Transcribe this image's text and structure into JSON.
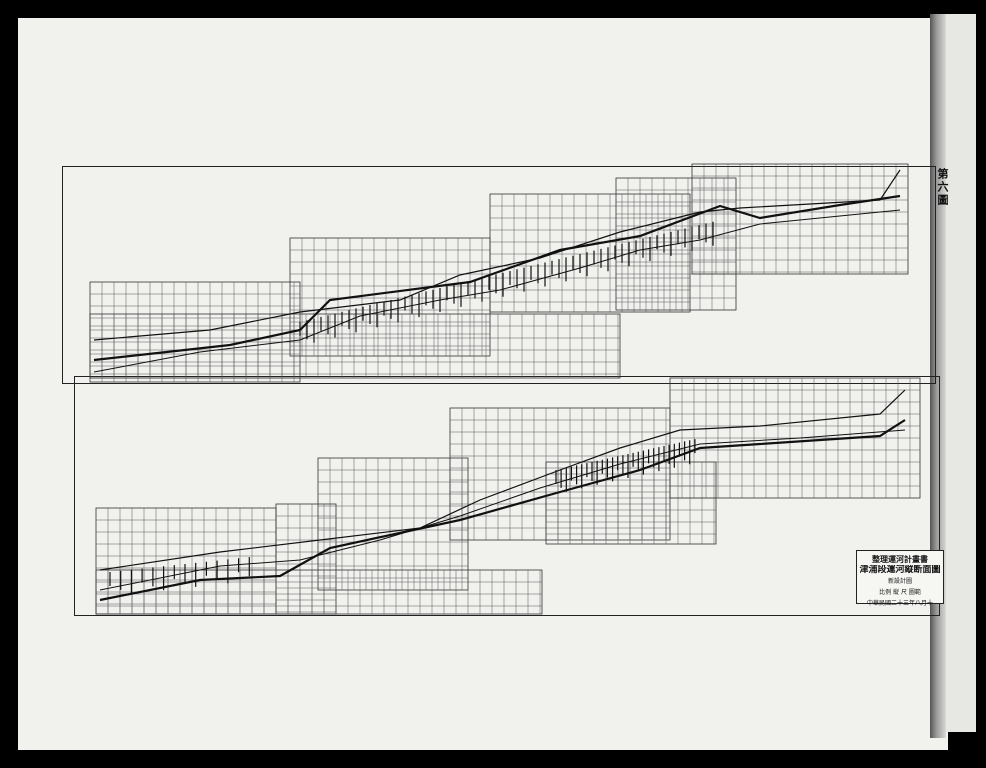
{
  "plate": {
    "label": "第六圖"
  },
  "title_block": {
    "line1": "整理運河計畫書",
    "line2": "津浦段運河縦断面圖",
    "line3": "新設計圖",
    "line4": "比例 縦 尺 圖範",
    "line5": "中華民國二十三年八月十"
  },
  "colors": {
    "paper": "#f1f1ee",
    "ink": "#111111",
    "background": "#000000"
  }
}
